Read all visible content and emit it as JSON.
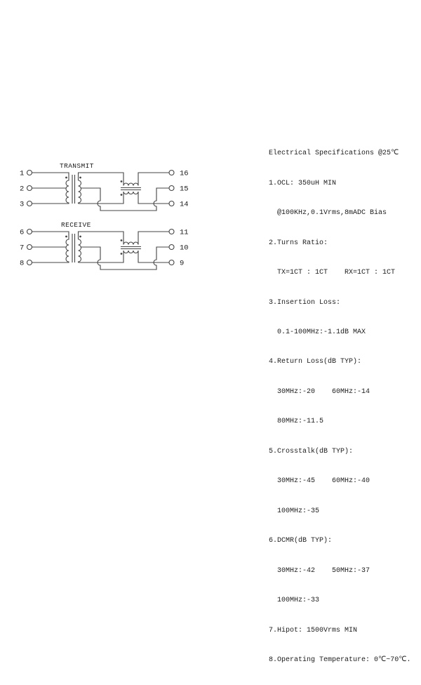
{
  "colors": {
    "background": "#ffffff",
    "schematic_line": "#444444",
    "text": "#1c1c1c"
  },
  "channels": [
    {
      "label": "TRANSMIT",
      "left_pins": [
        "1",
        "2",
        "3"
      ],
      "right_pins": [
        "16",
        "15",
        "14"
      ]
    },
    {
      "label": "RECEIVE",
      "left_pins": [
        "6",
        "7",
        "8"
      ],
      "right_pins": [
        "11",
        "10",
        "9"
      ]
    }
  ],
  "icons": {
    "phase_dot": "polarity-dot",
    "pin_terminal": "open-circle-terminal"
  },
  "specs": {
    "title": "Electrical Specifications @25℃",
    "lines": [
      "1.OCL: 350uH MIN",
      "  @100KHz,0.1Vrms,8mADC Bias",
      "2.Turns Ratio:",
      "  TX=1CT : 1CT    RX=1CT : 1CT",
      "3.Insertion Loss:",
      "  0.1-100MHz:-1.1dB MAX",
      "4.Return Loss(dB TYP):",
      "  30MHz:-20    60MHz:-14",
      "  80MHz:-11.5",
      "5.Crosstalk(dB TYP):",
      "  30MHz:-45    60MHz:-40",
      "  100MHz:-35",
      "6.DCMR(dB TYP):",
      "  30MHz:-42    50MHz:-37",
      "  100MHz:-33",
      "7.Hipot: 1500Vrms MIN",
      "8.Operating Temperature: 0℃~70℃."
    ]
  }
}
